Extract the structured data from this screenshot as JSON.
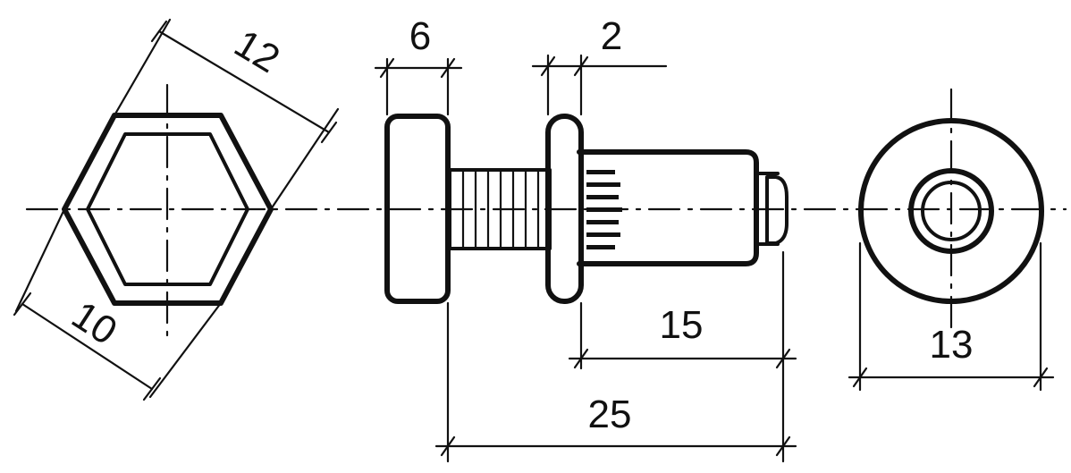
{
  "dimensions": {
    "hex_across_corners": "12",
    "hex_across_flats": "10",
    "head_width": "6",
    "washer_width": "2",
    "sleeve_length": "15",
    "overall_length": "25",
    "end_diameter": "13"
  },
  "colors": {
    "ink": "#111111",
    "background": "#ffffff"
  }
}
